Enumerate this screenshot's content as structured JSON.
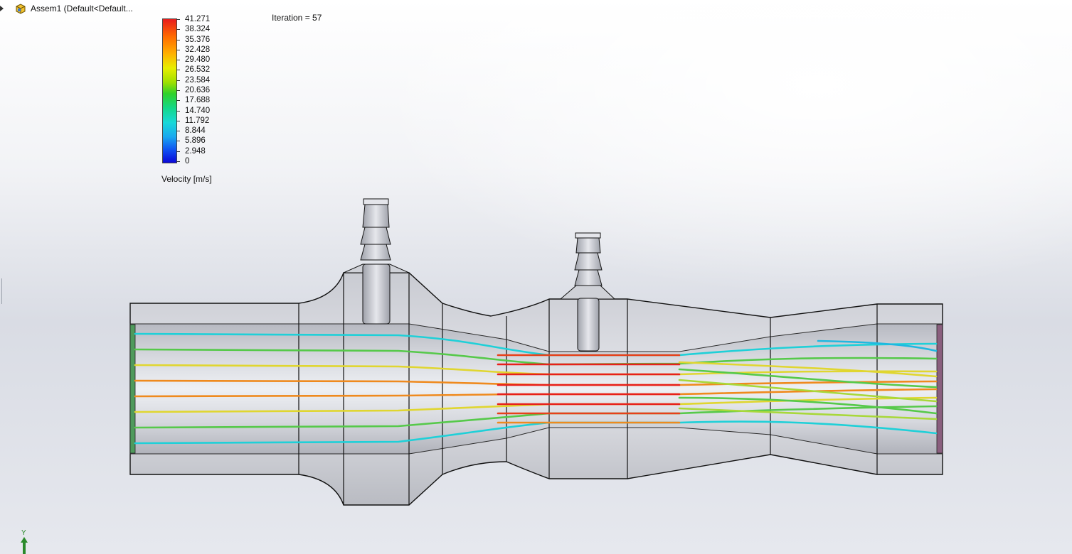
{
  "feature_tree": {
    "item_label": "Assem1  (Default<Default..."
  },
  "simulation": {
    "iteration_text": "Iteration = 57"
  },
  "legend": {
    "title": "Velocity [m/s]",
    "values": [
      "41.271",
      "38.324",
      "35.376",
      "32.428",
      "29.480",
      "26.532",
      "23.584",
      "20.636",
      "17.688",
      "14.740",
      "11.792",
      "8.844",
      "5.896",
      "2.948",
      "0"
    ]
  },
  "triad": {
    "axis_label": "Y"
  },
  "colors": {
    "accent_green": "#2a8a2a",
    "streamline_slow": "#1ed6d6",
    "streamline_fast": "#e8201a"
  }
}
